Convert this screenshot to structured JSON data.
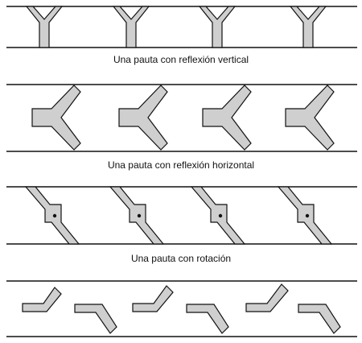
{
  "patterns": [
    {
      "caption": "Una pauta con reflexión vertical",
      "motif": "Y-up",
      "count": 4
    },
    {
      "caption": "Una pauta con reflexión horizontal",
      "motif": "Y-left",
      "count": 4
    },
    {
      "caption": "Una pauta con rotación",
      "motif": "zigzag-with-pivot",
      "count": 4
    },
    {
      "caption": "",
      "motif": "bent-bars-alternating",
      "count": 6
    }
  ],
  "colors": {
    "line": "#111111",
    "fill": "#cfcfcf",
    "background": "#ffffff"
  }
}
